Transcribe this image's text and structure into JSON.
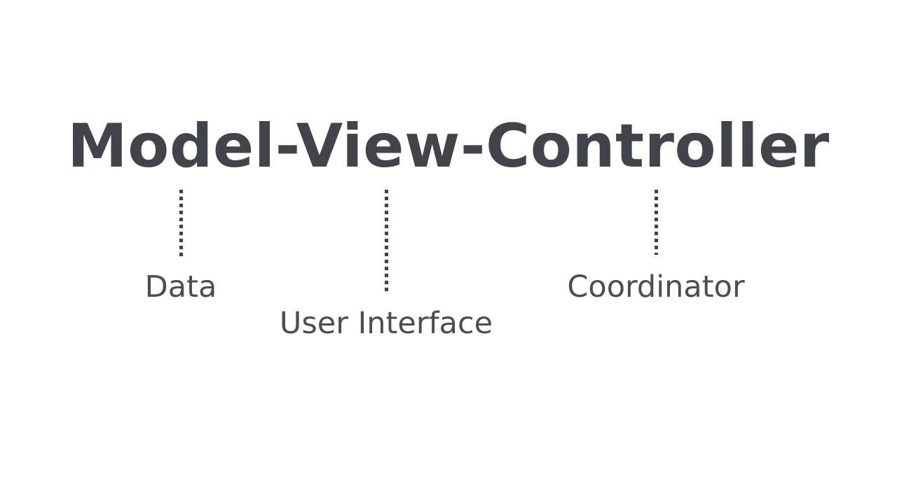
{
  "slide": {
    "title": "Model-View-Controller",
    "background_color": "#ffffff",
    "title_color": "#41454a",
    "label_color": "#4a4e52",
    "connector_color": "#3f4348",
    "components": [
      {
        "term": "Model",
        "label": "Data",
        "connector": "dotted-vertical-line"
      },
      {
        "term": "View",
        "label": "User Interface",
        "connector": "dotted-vertical-line"
      },
      {
        "term": "Controller",
        "label": "Coordinator",
        "connector": "dotted-vertical-line"
      }
    ]
  }
}
